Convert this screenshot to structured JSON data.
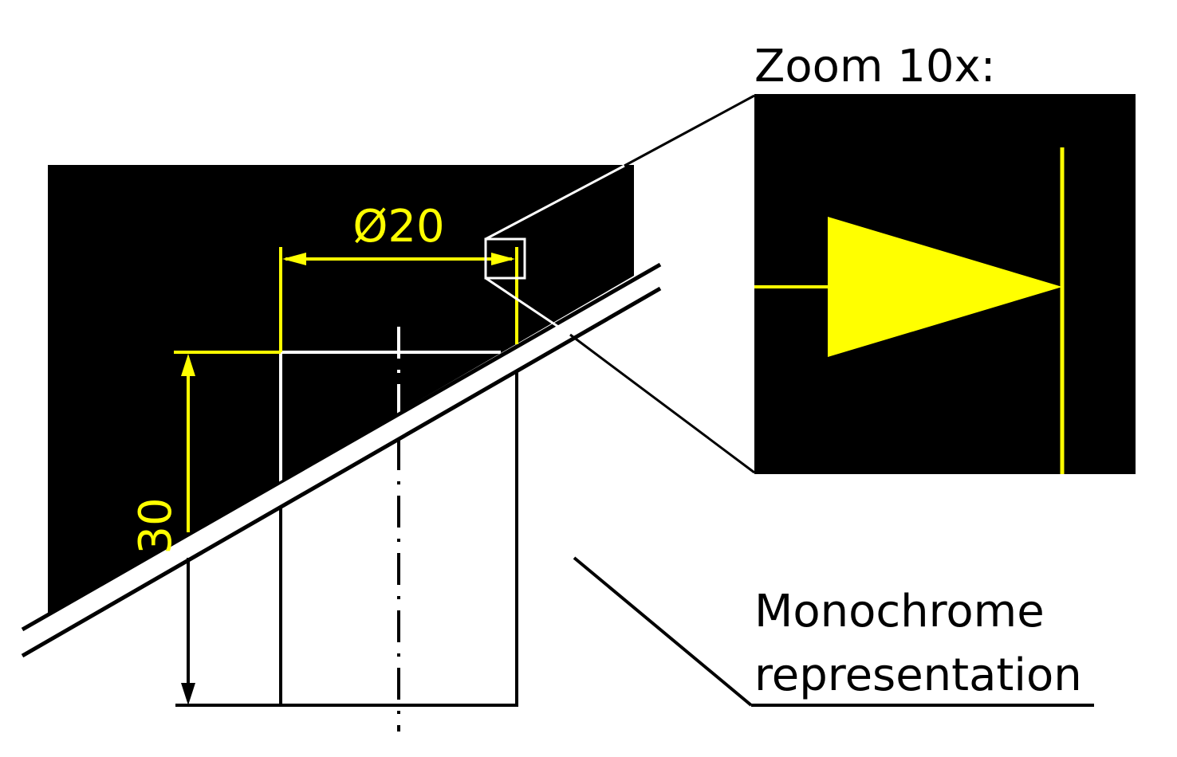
{
  "dimensions": {
    "diameter_label": "Ø20",
    "height_label": "30"
  },
  "labels": {
    "zoom": "Zoom 10x:",
    "mono_line1": "Monochrome",
    "mono_line2": "representation"
  },
  "colors": {
    "background": "#000000",
    "dimension": "#ffff00",
    "line_on_dark": "#ffffff",
    "line_on_light": "#000000",
    "page": "#ffffff"
  }
}
